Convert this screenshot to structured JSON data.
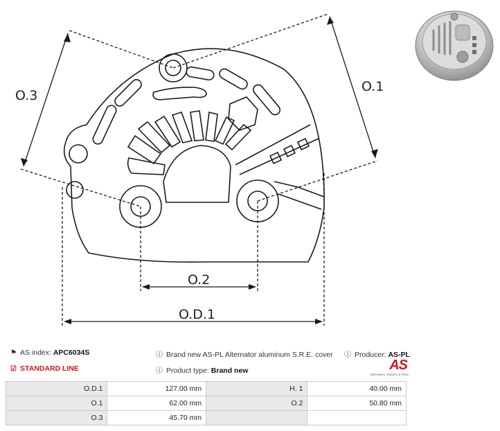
{
  "drawing": {
    "labels": {
      "od1": "O.D.1",
      "o1": "O.1",
      "o2": "O.2",
      "o3": "O.3"
    }
  },
  "thumbnail": {
    "icon": "alternator-cover-photo"
  },
  "info": {
    "as_index_label": "AS index:",
    "as_index_value": "APC6034S",
    "line_label": "STANDARD LINE",
    "description": "Brand new AS-PL Alternator aluminum S.R.E. cover",
    "product_type_label": "Product type:",
    "product_type_value": "Brand new",
    "producer_label": "Producer:",
    "producer_value": "AS-PL",
    "logo_text": "AS",
    "logo_tagline": "Alternators, Starters & Parts"
  },
  "params": [
    {
      "l1": "O.D.1",
      "v1": "127.00 mm",
      "l2": "H. 1",
      "v2": "40.00 mm"
    },
    {
      "l1": "O.1",
      "v1": "62.00 mm",
      "l2": "O.2",
      "v2": "50.80 mm"
    },
    {
      "l1": "O.3",
      "v1": "45.70 mm",
      "l2": "",
      "v2": ""
    }
  ],
  "colors": {
    "accent": "#d0161f",
    "label_bg": "#e9e9e9",
    "border": "#c9c9c9"
  }
}
